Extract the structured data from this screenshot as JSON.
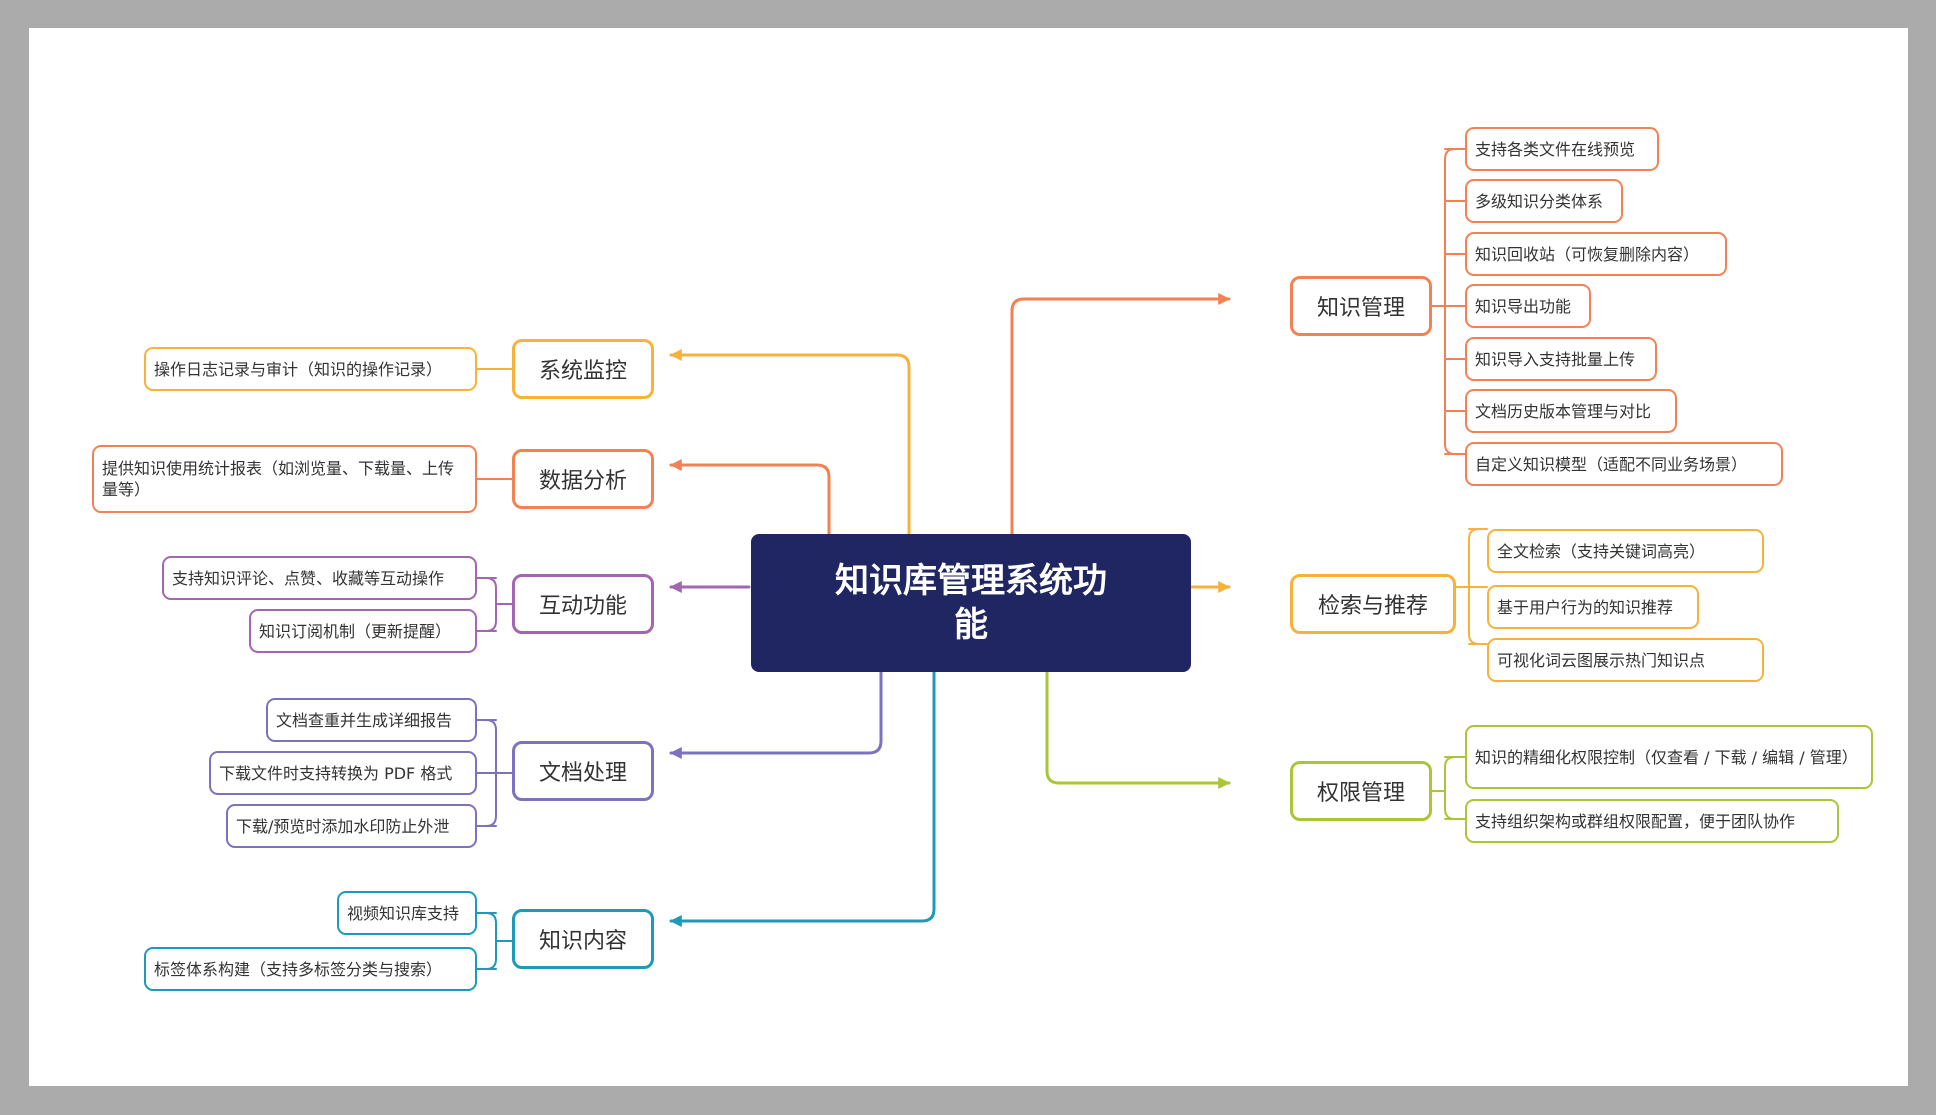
{
  "center": {
    "title": "知识库管理系统功能"
  },
  "branches": {
    "zhishi_guanli": {
      "label": "知识管理",
      "color": "#f28254",
      "items": [
        "支持各类文件在线预览",
        "多级知识分类体系",
        "知识回收站（可恢复删除内容）",
        "知识导出功能",
        "知识导入支持批量上传",
        "文档历史版本管理与对比",
        "自定义知识模型（适配不同业务场景）"
      ]
    },
    "jiansuo_tuijian": {
      "label": "检索与推荐",
      "color": "#f8b23b",
      "items": [
        "全文检索（支持关键词高亮）",
        "基于用户行为的知识推荐",
        "可视化词云图展示热门知识点"
      ]
    },
    "quanxian_guanli": {
      "label": "权限管理",
      "color": "#a9c637",
      "items": [
        "知识的精细化权限控制（仅查看 / 下载 / 编辑 / 管理）",
        "支持组织架构或群组权限配置，便于团队协作"
      ]
    },
    "xitong_jiankong": {
      "label": "系统监控",
      "color": "#f8b23b",
      "items": [
        "操作日志记录与审计（知识的操作记录）"
      ]
    },
    "shuju_fenxi": {
      "label": "数据分析",
      "color": "#f28254",
      "items": [
        "提供知识使用统计报表（如浏览量、下载量、上传量等）"
      ]
    },
    "hudong_gongneng": {
      "label": "互动功能",
      "color": "#a266b2",
      "items": [
        "支持知识评论、点赞、收藏等互动操作",
        "知识订阅机制（更新提醒）"
      ]
    },
    "wendang_chuli": {
      "label": "文档处理",
      "color": "#7b73bf",
      "items": [
        "文档查重并生成详细报告",
        "下载文件时支持转换为 PDF 格式",
        "下载/预览时添加水印防止外泄"
      ]
    },
    "zhishi_neirong": {
      "label": "知识内容",
      "color": "#1d9ab8",
      "items": [
        "视频知识库支持",
        "标签体系构建（支持多标签分类与搜索）"
      ]
    }
  }
}
